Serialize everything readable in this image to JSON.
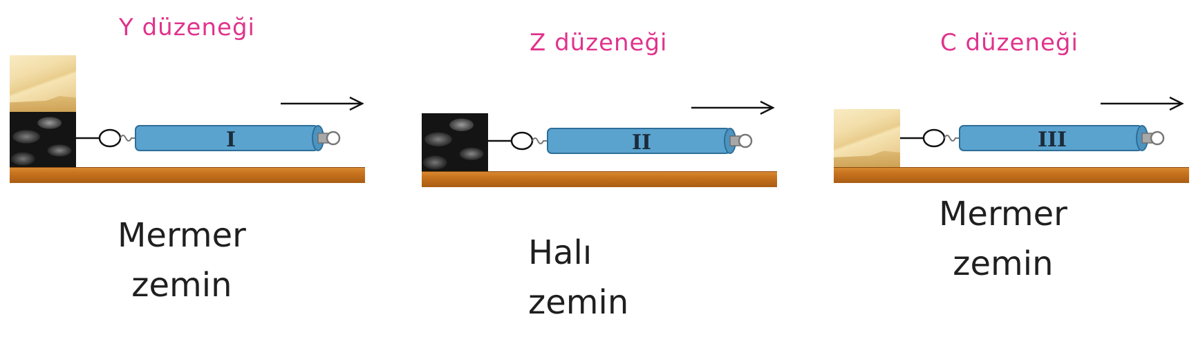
{
  "setups": [
    {
      "title": "Y düzeneği",
      "dynamometer": "I",
      "surface_line1": "Mermer",
      "surface_line2": "zemin",
      "blocks": [
        "wood",
        "stone"
      ]
    },
    {
      "title": "Z düzeneği",
      "dynamometer": "II",
      "surface_line1": "Halı",
      "surface_line2": "zemin",
      "blocks": [
        "stone"
      ]
    },
    {
      "title": "C düzeneği",
      "dynamometer": "III",
      "surface_line1": "Mermer",
      "surface_line2": "zemin",
      "blocks": [
        "wood"
      ]
    }
  ],
  "colors": {
    "title": "#e0338c",
    "dynamometer_body": "#5aa3cf",
    "floor": "#c8731e"
  },
  "icons": [
    "pull-arrow-icon",
    "spring-hook-icon"
  ]
}
